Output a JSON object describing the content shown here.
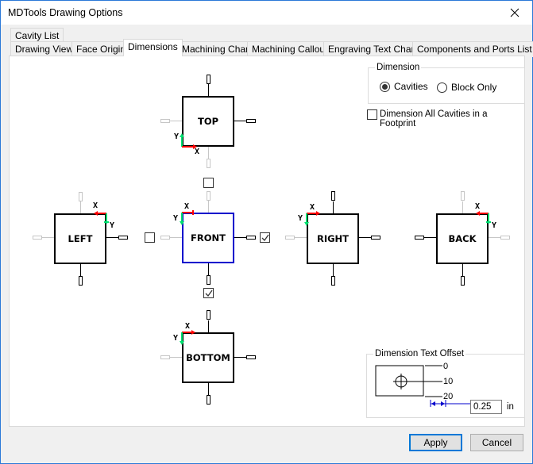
{
  "window": {
    "title": "MDTools Drawing Options",
    "close_icon": "close-icon"
  },
  "tabs": {
    "row1": [
      {
        "label": "Cavity List"
      }
    ],
    "row2": [
      {
        "label": "Drawing View"
      },
      {
        "label": "Face Origin"
      },
      {
        "label": "Dimensions",
        "active": true
      },
      {
        "label": "Machining Chart"
      },
      {
        "label": "Machining Callout"
      },
      {
        "label": "Engraving Text Chart"
      },
      {
        "label": "Components and Ports List"
      }
    ]
  },
  "dimension_group": {
    "label": "Dimension",
    "options": [
      {
        "label": "Cavities",
        "selected": true
      },
      {
        "label": "Block Only",
        "selected": false
      }
    ]
  },
  "footprint_checkbox": {
    "label": "Dimension All Cavities in a Footprint",
    "checked": false
  },
  "views": {
    "top": {
      "label": "TOP",
      "x_axis": "X",
      "y_axis": "Y"
    },
    "left": {
      "label": "LEFT",
      "x_axis": "X",
      "y_axis": "Y"
    },
    "front": {
      "label": "FRONT",
      "x_axis": "X",
      "y_axis": "Y",
      "selected": true
    },
    "right": {
      "label": "RIGHT",
      "x_axis": "X",
      "y_axis": "Y"
    },
    "back": {
      "label": "BACK",
      "x_axis": "X",
      "y_axis": "Y"
    },
    "bottom": {
      "label": "BOTTOM",
      "x_axis": "X",
      "y_axis": "Y"
    }
  },
  "front_side_checkboxes": {
    "top": false,
    "left": false,
    "right": true,
    "bottom": true
  },
  "text_offset": {
    "label": "Dimension Text Offset",
    "scale": [
      "0",
      "10",
      "20"
    ],
    "value": "0.25",
    "unit": "in"
  },
  "buttons": {
    "apply": "Apply",
    "cancel": "Cancel"
  },
  "colors": {
    "x_axis": "#ff0000",
    "y_axis": "#00e070",
    "selected_view": "#0000cc",
    "accent": "#0078d7"
  }
}
